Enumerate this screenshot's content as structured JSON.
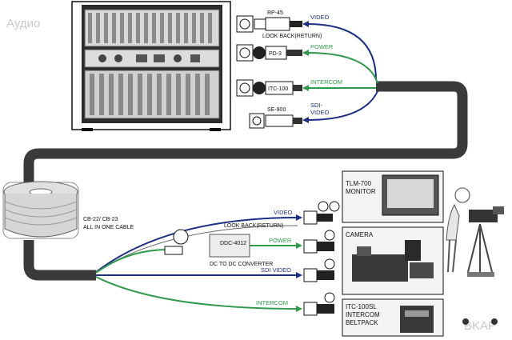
{
  "watermark_left": "Аудио",
  "watermark_right": "BKAP",
  "colors": {
    "video": "#1c2f86",
    "power": "#2e9a4a",
    "intercom": "#2e9a4a",
    "sdi": "#1c2f86",
    "main_cable": "#3a3a3a",
    "rack": "#2b2b2b"
  },
  "top_connectors": [
    {
      "part": "RP-45",
      "signal": "VIDEO",
      "note": "LOOK BACK(RETURN)"
    },
    {
      "part": "PD-3",
      "signal": "POWER",
      "note": ""
    },
    {
      "part": "ITC-100",
      "signal": "INTERCOM",
      "note": ""
    },
    {
      "part": "SE-900",
      "signal": "SDI-",
      "signal2": "VIDEO",
      "note": ""
    }
  ],
  "spool": {
    "line1": "CB-22/ CB-23",
    "line2": "ALL IN ONE CABLE"
  },
  "bottom_lines": {
    "video": "VIDEO",
    "lookback": "LOOK BACK(RETURN)",
    "power": "POWER",
    "sdi": "SDI VIDEO",
    "intercom": "INTERCOM"
  },
  "converter": {
    "model": "DDC-4012",
    "caption": "DC TO DC CONVERTER"
  },
  "devices": {
    "monitor_line1": "TLM-700",
    "monitor_line2": "MONITOR",
    "camera": "CAMERA",
    "beltpack_line1": "ITC-100SL",
    "beltpack_line2": "INTERCOM",
    "beltpack_line3": "BELTPACK"
  }
}
